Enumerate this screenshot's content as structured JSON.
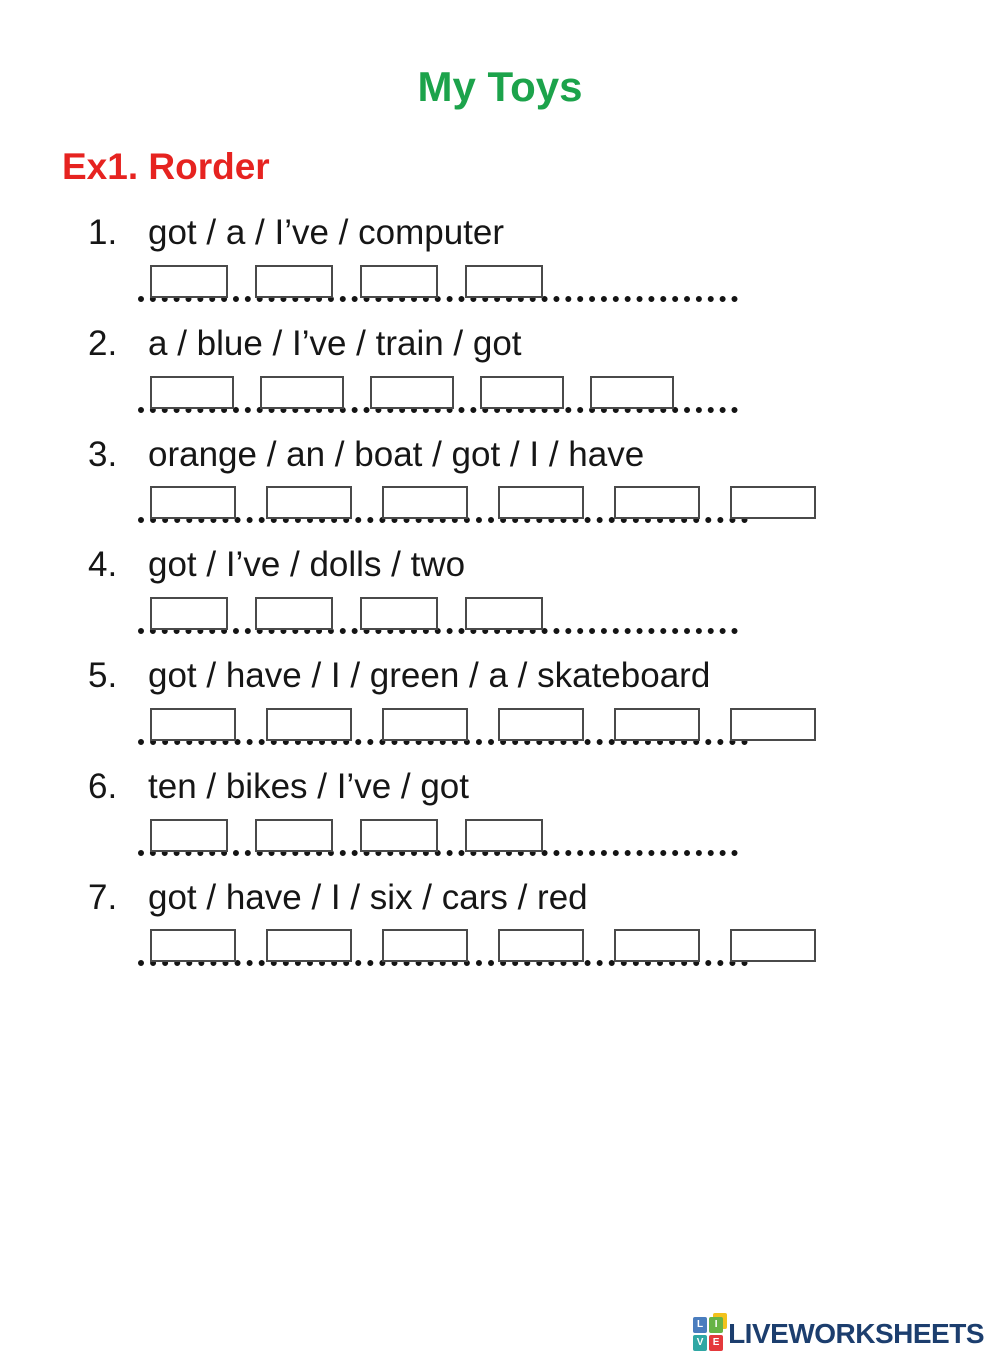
{
  "page": {
    "title": "My Toys",
    "exercise_heading": "Ex1. Rorder"
  },
  "colors": {
    "title_green": "#1CA34B",
    "heading_red": "#E62320",
    "text": "#161616",
    "brand_navy": "#1C3E6E"
  },
  "items": [
    {
      "number": "1.",
      "prompt": "got / a / I’ve / computer",
      "answer_boxes": 4
    },
    {
      "number": "2.",
      "prompt": "a / blue / I’ve / train / got",
      "answer_boxes": 5
    },
    {
      "number": "3.",
      "prompt": "orange / an / boat / got / I / have",
      "answer_boxes": 6
    },
    {
      "number": "4.",
      "prompt": "got / I’ve / dolls / two",
      "answer_boxes": 4
    },
    {
      "number": "5.",
      "prompt": "got / have / I / green / a / skateboard",
      "answer_boxes": 6
    },
    {
      "number": "6.",
      "prompt": "ten / bikes / I’ve / got",
      "answer_boxes": 4
    },
    {
      "number": "7.",
      "prompt": "got / have / I / six / cars / red",
      "answer_boxes": 6
    }
  ],
  "footer": {
    "brand": "LIVEWORKSHEETS",
    "logo": {
      "letters": [
        "L",
        "I",
        "V",
        "E"
      ],
      "tile_colors": [
        "#4A7DBE",
        "#67B346",
        "#2FA7A4",
        "#E4393B"
      ],
      "accent_yellow": "#F2C21C"
    }
  }
}
